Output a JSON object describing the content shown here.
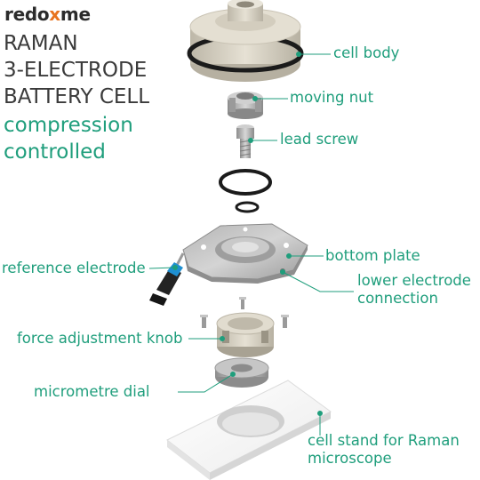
{
  "brand": {
    "prefix": "redo",
    "x": "x",
    "suffix": "me"
  },
  "title": [
    "RAMAN",
    "3-ELECTRODE",
    "BATTERY CELL"
  ],
  "subtitle": [
    "compression",
    "controlled"
  ],
  "labels": {
    "cell_body": "cell body",
    "moving_nut": "moving nut",
    "lead_screw": "lead screw",
    "bottom_plate": "bottom plate",
    "reference_electrode": "reference electrode",
    "lower_electrode_connection": [
      "lower electrode",
      "connection"
    ],
    "force_adjustment_knob": "force adjustment knob",
    "micrometre_dial": "micrometre dial",
    "cell_stand": [
      "cell stand for Raman",
      "microscope"
    ]
  },
  "colors": {
    "accent": "#1f9e7c",
    "brand_x": "#e8731e",
    "title": "#3a3a3a",
    "part_beige": "#d8d2c3",
    "metal": "#a7a7a7",
    "gasket": "#1b1b1b"
  }
}
